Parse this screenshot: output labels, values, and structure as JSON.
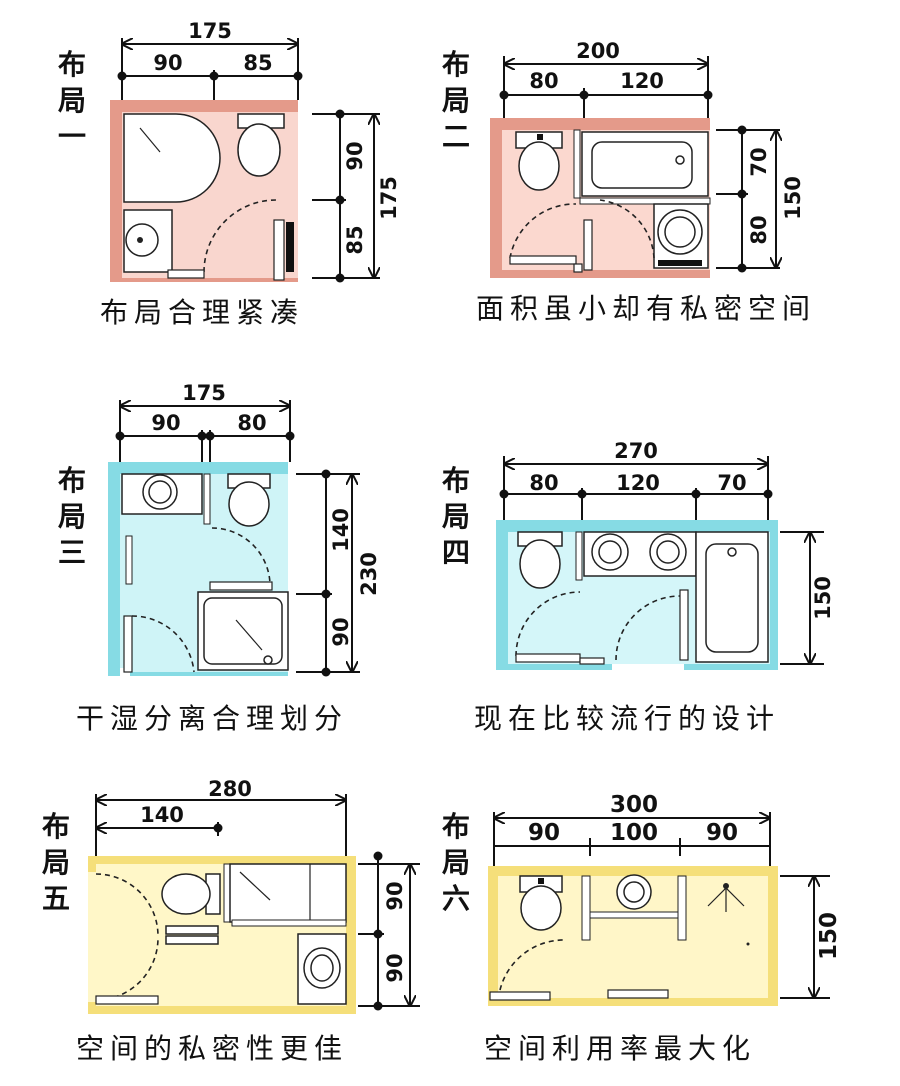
{
  "layouts": [
    {
      "title_chars": [
        "布",
        "局",
        "一"
      ],
      "caption": "布局合理紧凑",
      "top_total": "175",
      "top_parts": [
        "90",
        "85"
      ],
      "side_total": "175",
      "side_parts": [
        "90",
        "85"
      ],
      "floor_color": "#f9d6ce",
      "wall_color": "#e49a8a"
    },
    {
      "title_chars": [
        "布",
        "局",
        "二"
      ],
      "caption": "面积虽小却有私密空间",
      "top_total": "200",
      "top_parts": [
        "80",
        "120"
      ],
      "side_total": "150",
      "side_parts": [
        "70",
        "80"
      ],
      "floor_color": "#fbd8cf",
      "wall_color": "#e49a8a"
    },
    {
      "title_chars": [
        "布",
        "局",
        "三"
      ],
      "caption": "干湿分离合理划分",
      "top_total": "175",
      "top_parts": [
        "90",
        "80"
      ],
      "side_total": "230",
      "side_parts": [
        "140",
        "90"
      ],
      "floor_color": "#cff4f7",
      "wall_color": "#86dbe4"
    },
    {
      "title_chars": [
        "布",
        "局",
        "四"
      ],
      "caption": "现在比较流行的设计",
      "top_total": "270",
      "top_parts": [
        "80",
        "120",
        "70"
      ],
      "side_total": "150",
      "side_parts": [],
      "floor_color": "#d4f6f9",
      "wall_color": "#86dbe4"
    },
    {
      "title_chars": [
        "布",
        "局",
        "五"
      ],
      "caption": "空间的私密性更佳",
      "top_total": "280",
      "top_parts": [
        "140"
      ],
      "side_total": "",
      "side_parts": [
        "90",
        "90"
      ],
      "floor_color": "#fff7c8",
      "wall_color": "#f5df7a"
    },
    {
      "title_chars": [
        "布",
        "局",
        "六"
      ],
      "caption": "空间利用率最大化",
      "top_total": "300",
      "top_parts": [
        "90",
        "100",
        "90"
      ],
      "side_total": "150",
      "side_parts": [],
      "floor_color": "#fff6c8",
      "wall_color": "#f5df7a"
    }
  ]
}
